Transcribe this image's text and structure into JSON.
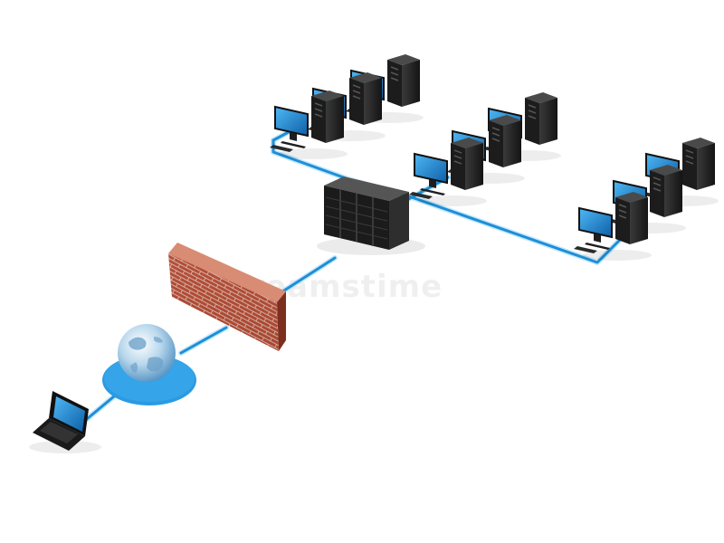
{
  "diagram": {
    "watermark": "dreamstime",
    "colors": {
      "background": "#ffffff",
      "link": "#1e90d8",
      "link_highlight": "#7fd0ff",
      "screen": "#1a86cf",
      "case": "#2a2a2a",
      "brick": "#b5503a",
      "mortar": "#e6d8cf",
      "globe_disc": "#2b9ae0",
      "globe_sphere": "#a9cde6"
    },
    "nodes": [
      {
        "id": "laptop",
        "icon": "laptop-icon"
      },
      {
        "id": "internet",
        "icon": "globe-icon"
      },
      {
        "id": "firewall",
        "icon": "brick-wall-icon"
      },
      {
        "id": "server",
        "icon": "server-rack-icon"
      },
      {
        "id": "workstations-group-1",
        "icon": "desktop-computer-icon",
        "count": 3
      },
      {
        "id": "workstations-group-2",
        "icon": "desktop-computer-icon",
        "count": 3
      },
      {
        "id": "workstations-group-3",
        "icon": "desktop-computer-icon",
        "count": 3
      }
    ],
    "links": [
      [
        "laptop",
        "internet"
      ],
      [
        "internet",
        "firewall"
      ],
      [
        "firewall",
        "server"
      ],
      [
        "server",
        "workstations-group-1"
      ],
      [
        "server",
        "workstations-group-2"
      ],
      [
        "server",
        "workstations-group-3"
      ]
    ]
  }
}
